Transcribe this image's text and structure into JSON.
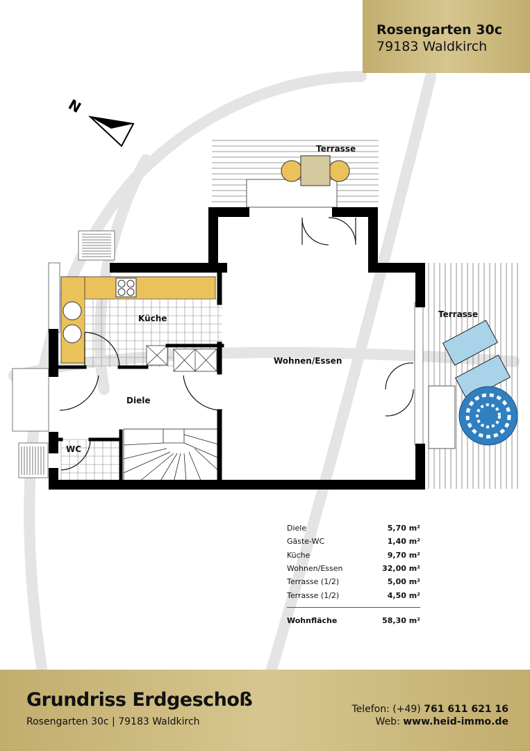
{
  "header": {
    "street": "Rosengarten 30c",
    "city": "79183 Waldkirch"
  },
  "rooms": {
    "terrace_top": "Terrasse",
    "terrace_right": "Terrasse",
    "kitchen": "Küche",
    "living": "Wohnen/Essen",
    "hall": "Diele",
    "wc": "WC"
  },
  "areas": {
    "rows": [
      {
        "name": "Diele",
        "value": "5,70 m²"
      },
      {
        "name": "Gäste-WC",
        "value": "1,40 m²"
      },
      {
        "name": "Küche",
        "value": "9,70 m²"
      },
      {
        "name": "Wohnen/Essen",
        "value": "32,00 m²"
      },
      {
        "name": "Terrasse (1/2)",
        "value": "5,00 m²"
      },
      {
        "name": "Terrasse (1/2)",
        "value": "4,50 m²"
      }
    ],
    "total_label": "Wohnfläche",
    "total_value": "58,30 m²"
  },
  "footer": {
    "title": "Grundriss Erdgeschoß",
    "address": "Rosengarten 30c | 79183 Waldkirch",
    "phone_label": "Telefon: (+49) ",
    "phone": "761 611 621 16",
    "web_label": "Web: ",
    "web": "www.heid-immo.de"
  },
  "colors": {
    "gold": "#c9b67e",
    "kitchen": "#ebc25a",
    "wall": "#000000"
  },
  "compass": {
    "label_icon": "north-arrow-icon"
  }
}
